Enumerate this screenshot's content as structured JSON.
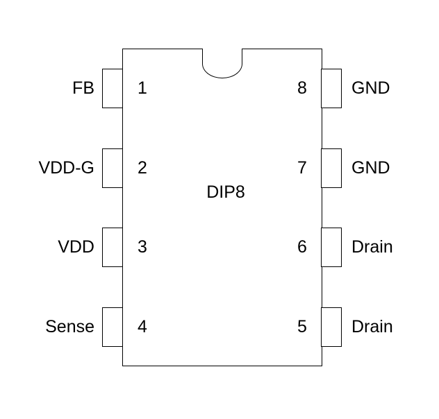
{
  "chip": {
    "package_label": "DIP8",
    "left_pins": [
      {
        "number": "1",
        "label": "FB"
      },
      {
        "number": "2",
        "label": "VDD-G"
      },
      {
        "number": "3",
        "label": "VDD"
      },
      {
        "number": "4",
        "label": "Sense"
      }
    ],
    "right_pins": [
      {
        "number": "8",
        "label": "GND"
      },
      {
        "number": "7",
        "label": "GND"
      },
      {
        "number": "6",
        "label": "Drain"
      },
      {
        "number": "5",
        "label": "Drain"
      }
    ],
    "colors": {
      "line": "#000000",
      "text": "#000000",
      "background": "#ffffff"
    }
  }
}
